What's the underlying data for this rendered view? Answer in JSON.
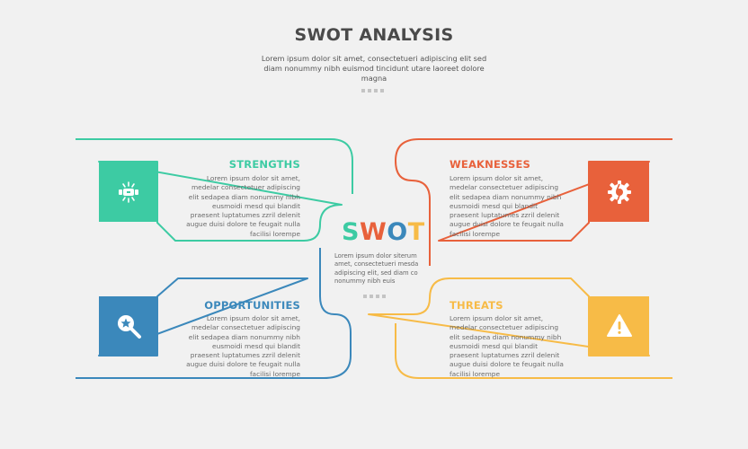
{
  "header": {
    "title": "SWOT ANALYSIS",
    "subtitle": "Lorem ipsum dolor sit amet, consectetueri adipiscing elit sed diam nonummy nibh euismod tincidunt utare laoreet dolore magna"
  },
  "center": {
    "letters": [
      "S",
      "W",
      "O",
      "T"
    ],
    "body": "Lorem ipsum dolor siterum amet, consectetueri mesda adipiscing elit, sed diam co nonummy nibh euis"
  },
  "colors": {
    "strengths": "#3dcba3",
    "weaknesses": "#e8613b",
    "opportunities": "#3b88bb",
    "threats": "#f7bb47",
    "text": "#6a6a6a",
    "background": "#f1f1f1"
  },
  "cards": {
    "strengths": {
      "title": "STRENGTHS",
      "body": "Lorem ipsum dolor sit amet, medelar consectetuer adipiscing elit sedapea diam nonummy nibh eusmoidi mesd qui blandit praesent luptatumes zzril delenit augue duisi dolore te feugait nulla facilisi lorempe",
      "icon": "handshake-icon"
    },
    "weaknesses": {
      "title": "WEAKNESSES",
      "body": "Lorem ipsum dolor sit amet, medelar consectetuer adipiscing elit sedapea diam nonummy nibh eusmoidi mesd qui blandit praesent luptatumes zzril delenit augue duisi dolore te feugait nulla facilisi lorempe",
      "icon": "broken-gear-icon"
    },
    "opportunities": {
      "title": "OPPORTUNITIES",
      "body": "Lorem ipsum dolor sit amet, medelar consectetuer adipiscing elit sedapea diam nonummy nibh eusmoidi mesd qui blandit praesent luptatumes zzril delenit augue duisi dolore te feugait nulla facilisi lorempe",
      "icon": "search-star-icon"
    },
    "threats": {
      "title": "THREATS",
      "body": "Lorem ipsum dolor sit amet, medelar consectetuer adipiscing elit sedapea diam nonummy nibh eusmoidi mesd qui blandit praesent luptatumes zzril delenit augue duisi dolore te feugait nulla facilisi lorempe",
      "icon": "warning-icon"
    }
  }
}
